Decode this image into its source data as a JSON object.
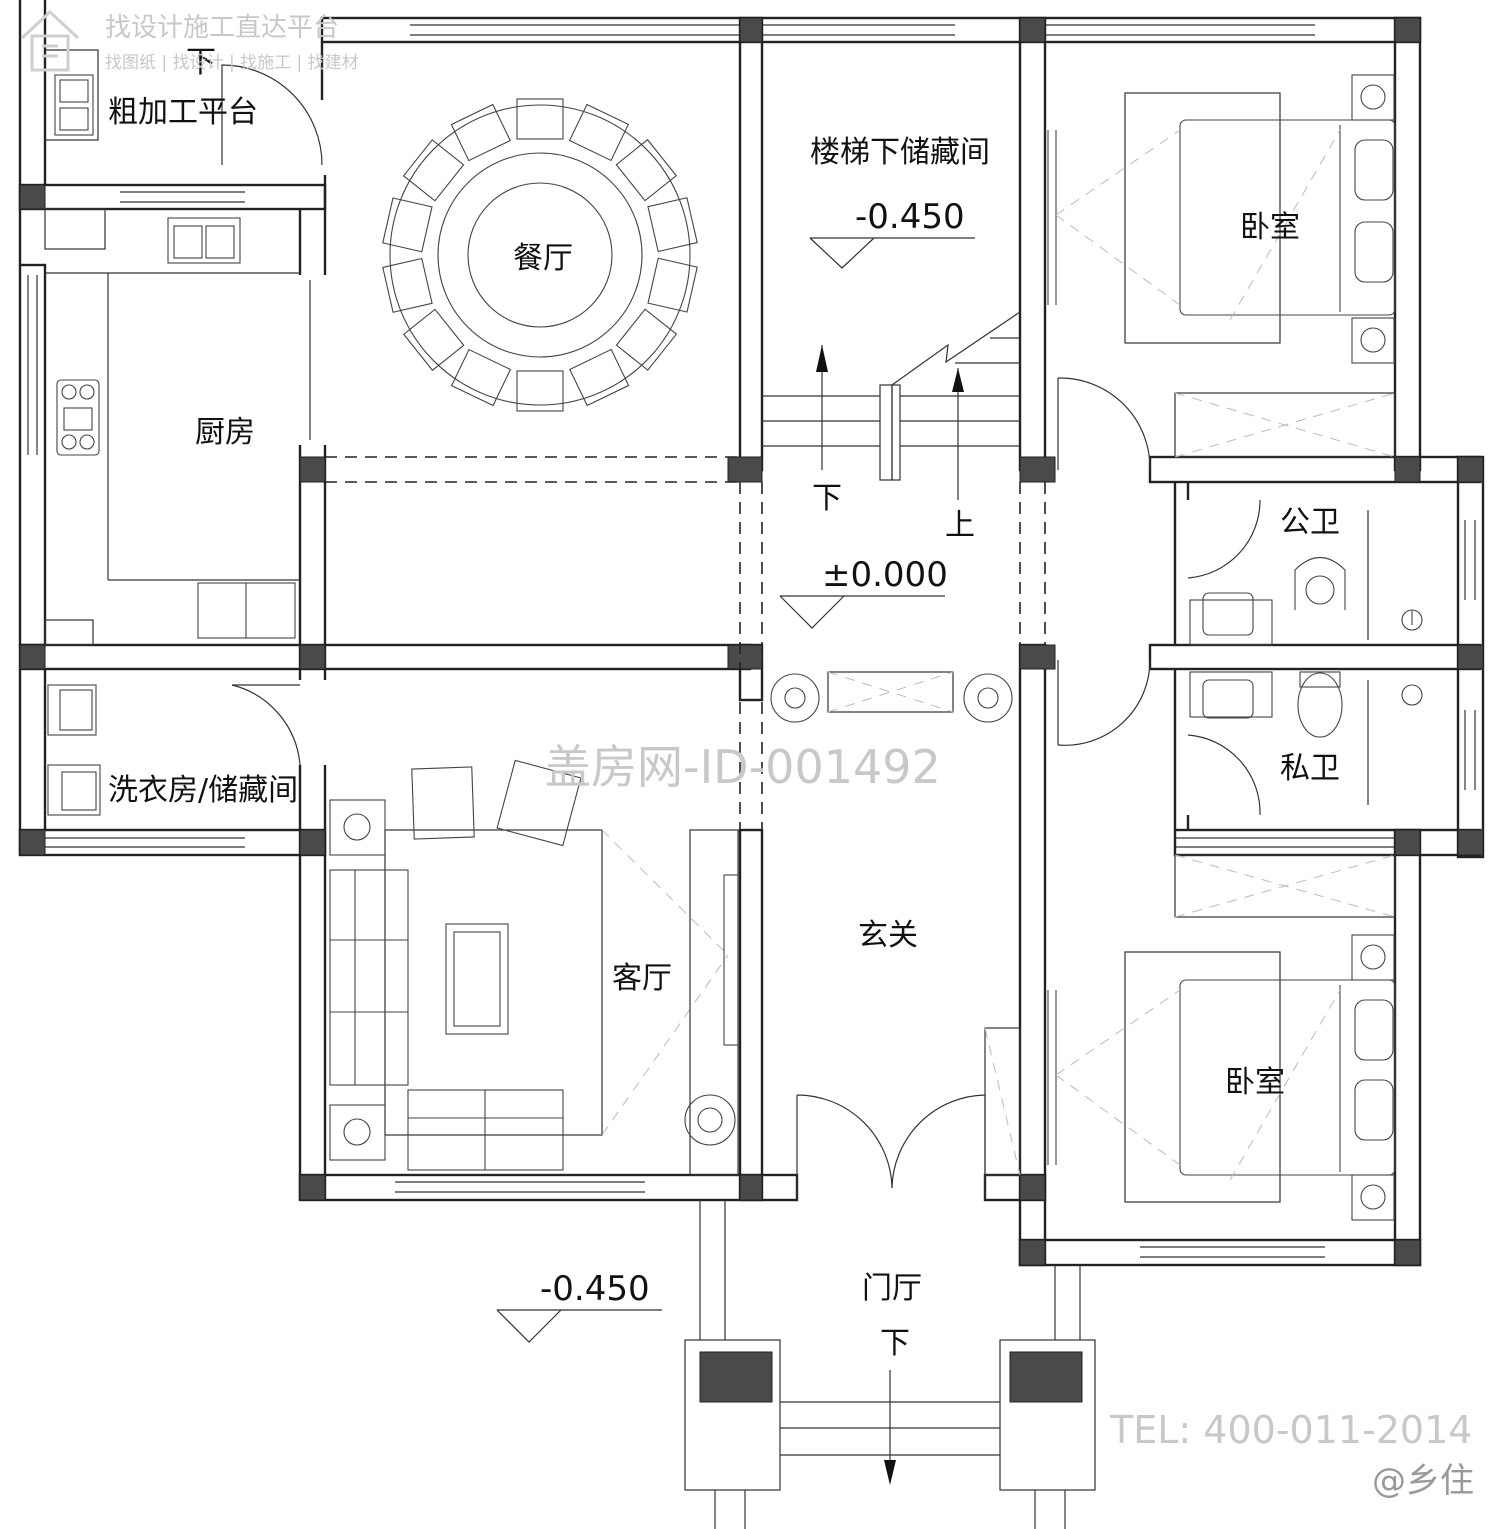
{
  "brand": {
    "logo_title": "找设计施工直达平台",
    "logo_subtitle": "找图纸 | 找设计 | 找施工 | 找建材"
  },
  "rooms": {
    "rough_platform": "粗加工平台",
    "dining": "餐厅",
    "stair_storage": "楼梯下储藏间",
    "bedroom_top": "卧室",
    "kitchen": "厨房",
    "public_wc": "公卫",
    "private_wc": "私卫",
    "laundry": "洗衣房/储藏间",
    "living": "客厅",
    "foyer": "玄关",
    "bedroom_bottom": "卧室",
    "entry_hall": "门厅"
  },
  "levels": {
    "stair_storage": "-0.450",
    "ground": "±0.000",
    "outside": "-0.450"
  },
  "stair_marks": {
    "down_top": "下",
    "down_stair": "下",
    "up_stair": "上",
    "down_entry": "下"
  },
  "watermarks": {
    "id": "盖房网-ID-001492",
    "tel": "TEL: 400-011-2014",
    "author": "@乡住"
  }
}
